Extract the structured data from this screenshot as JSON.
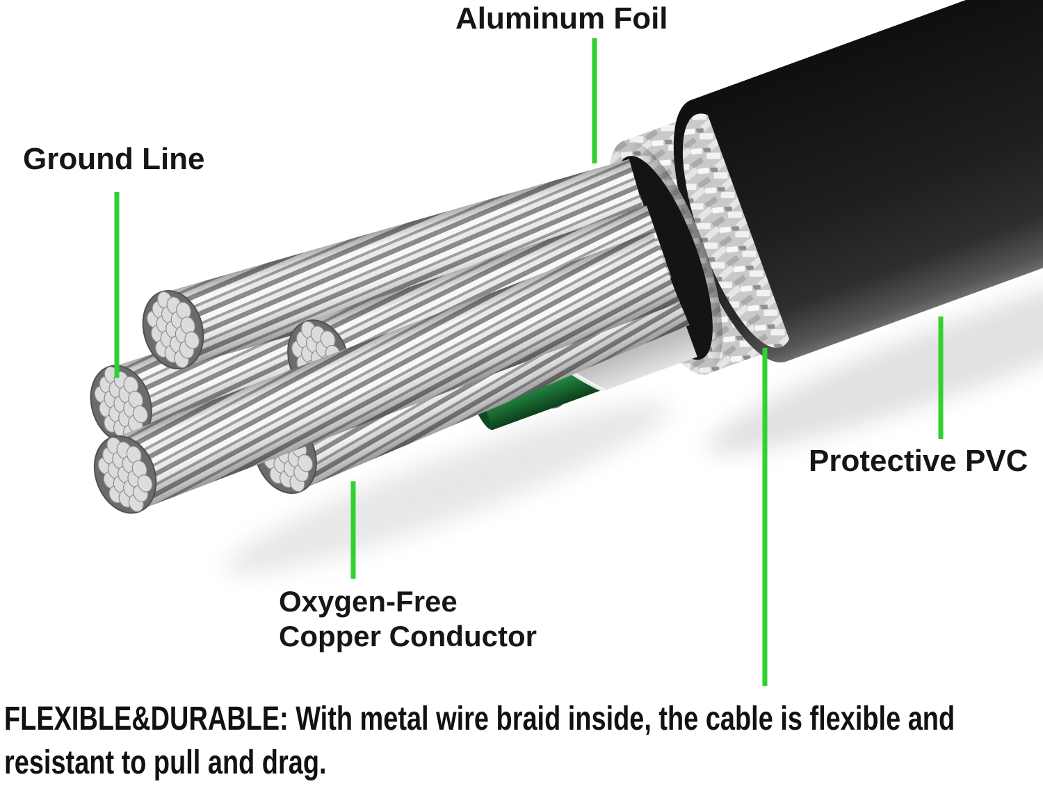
{
  "callouts": {
    "aluminum_foil": {
      "label": "Aluminum Foil"
    },
    "ground_line": {
      "label": "Ground Line"
    },
    "protective_pvc": {
      "label": "Protective PVC"
    },
    "oxygen_free_copper_conductor": {
      "label_line1": "Oxygen-Free",
      "label_line2": "Copper Conductor"
    }
  },
  "description": {
    "line1": "FLEXIBLE&DURABLE: With metal wire braid inside, the cable is flexible and",
    "line2": "resistant to pull and drag."
  },
  "colors": {
    "background": "#ffffff",
    "callout_line_green": "#32d132",
    "label_text": "#161616",
    "pvc_jacket_black": "#1e1e1e",
    "aluminum_foil_silver": "#d6d6d6",
    "braid_shield_silver": "#c9c9c9",
    "copper_insulation_orange": "#d8a054",
    "white_insulation": "#f6f6f6",
    "green_insulation": "#28994d",
    "strand_silver": "#e2e2e2"
  }
}
